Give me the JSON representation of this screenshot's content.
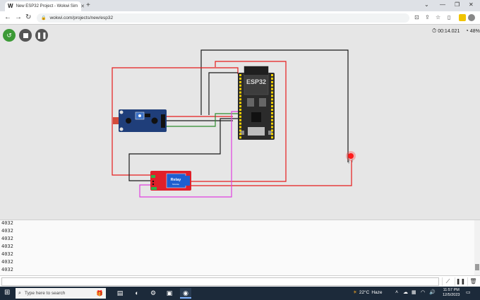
{
  "browser": {
    "tab_title": "New ESP32 Project - Wokwi Sim",
    "favicon": "W",
    "url": "wokwi.com/projects/new/esp32"
  },
  "simulator": {
    "timer": "00:14.021",
    "performance": "48%",
    "components": {
      "esp32_label": "ESP32",
      "relay_label": "Relay",
      "relay_sub": "Module"
    }
  },
  "serial_monitor": {
    "lines": [
      "4032",
      "4032",
      "4032",
      "4032",
      "4032",
      "4032",
      "4032"
    ]
  },
  "taskbar": {
    "search_placeholder": "Type here to search",
    "weather_temp": "22°C",
    "weather_desc": "Haze",
    "time": "11:57 PM",
    "date": "12/5/2023"
  },
  "colors": {
    "run_button": "#3c9a36",
    "wire_red": "#e51c1c",
    "wire_black": "#1a1a1a",
    "wire_green": "#2e8b2e",
    "wire_magenta": "#e040e0",
    "esp32_board": "#2b2b2b",
    "relay_board": "#e0202a",
    "sensor_board": "#1f3e7a"
  }
}
